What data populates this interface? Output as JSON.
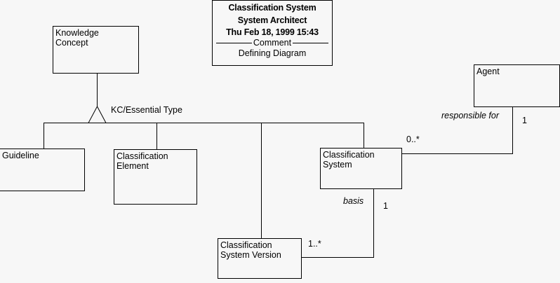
{
  "diagram": {
    "title_block": {
      "line1": "Classification System",
      "line2": "System Architect",
      "line3": "Thu Feb 18, 1999  15:43",
      "separator_label": "Comment",
      "body": "Defining Diagram"
    },
    "classes": [
      {
        "id": "knowledge-concept",
        "name": "Knowledge\nConcept"
      },
      {
        "id": "guideline",
        "name": "Guideline"
      },
      {
        "id": "classification-element",
        "name": "Classification\nElement"
      },
      {
        "id": "classification-system",
        "name": "Classification\nSystem"
      },
      {
        "id": "classification-system-version",
        "name": "Classification\nSystem Version"
      },
      {
        "id": "agent",
        "name": "Agent"
      }
    ],
    "labels": {
      "generalization": "KC/Essential Type",
      "responsible_for": "responsible for",
      "agent_multiplicity": "1",
      "classification_system_multiplicity": "0..*",
      "basis": "basis",
      "basis_multiplicity_system": "1",
      "basis_multiplicity_version": "1..*"
    },
    "colors": {
      "background": "#f7f7f7",
      "line": "#000000",
      "text": "#000000"
    }
  }
}
